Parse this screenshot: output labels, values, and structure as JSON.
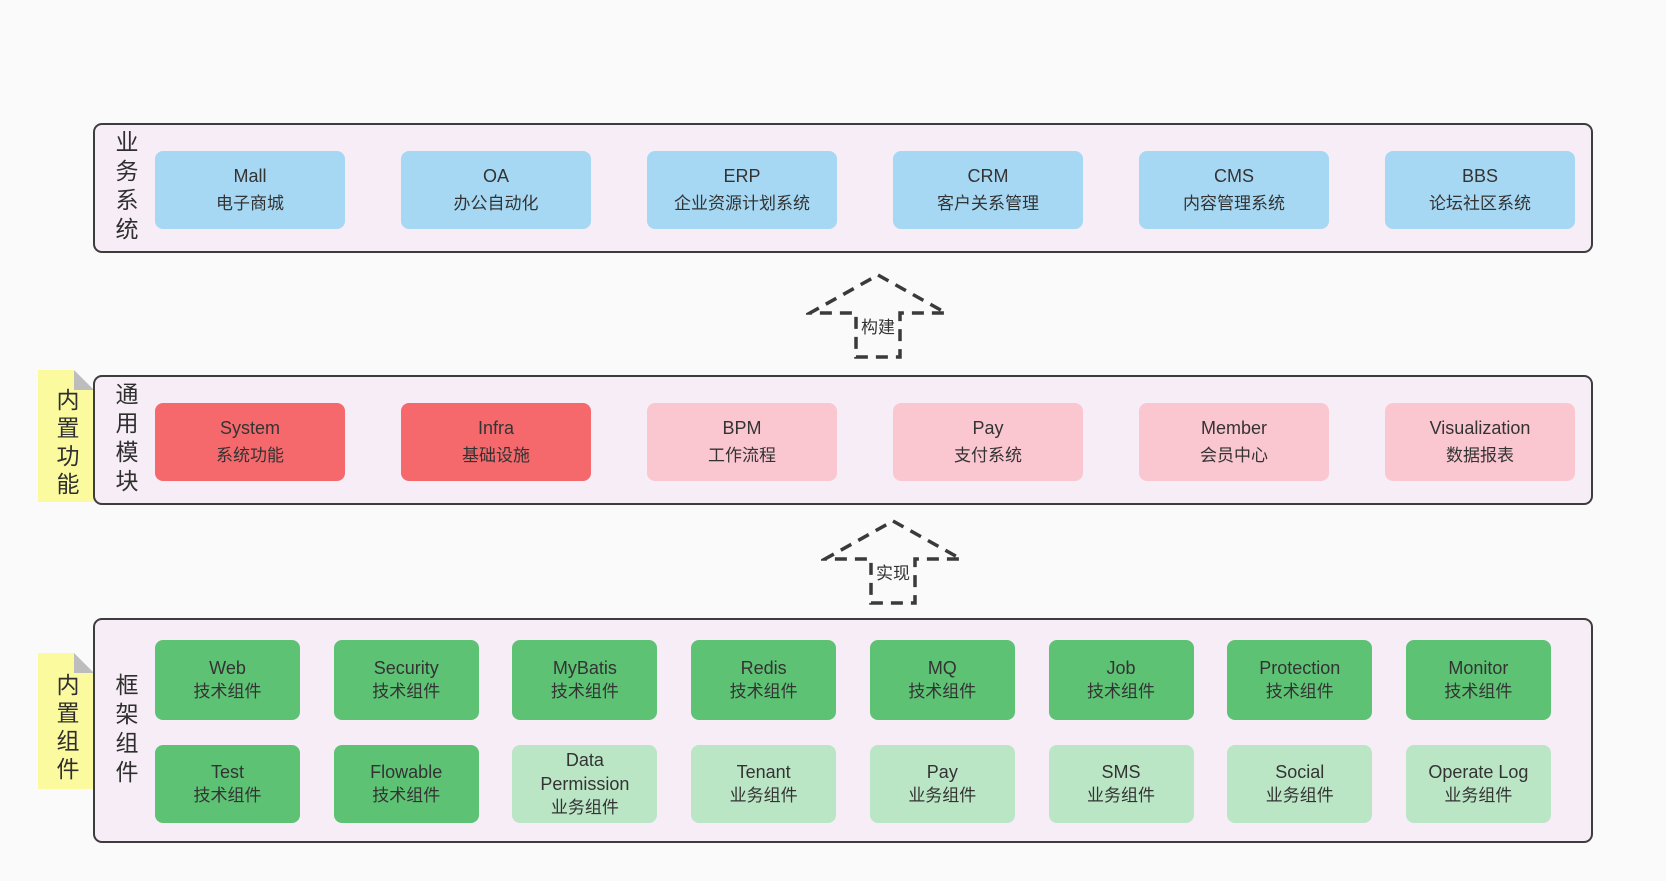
{
  "colors": {
    "page_bg": "#fafafa",
    "panel_bg": "#f7edf6",
    "panel_border": "#3d3d3d",
    "text": "#333333",
    "sticky_bg": "#fcfa9e",
    "sticky_fold": "#bdbdbd",
    "arrow": "#3a3a3a",
    "blue": "#a7d8f3",
    "red": "#f5696d",
    "pink": "#fac7d1",
    "green_dark": "#5ec274",
    "green_light": "#bbe6c6"
  },
  "sections": {
    "business": {
      "side_label": "业务系统",
      "boxes": [
        {
          "title": "Mall",
          "subtitle": "电子商城",
          "variant": "blue"
        },
        {
          "title": "OA",
          "subtitle": "办公自动化",
          "variant": "blue"
        },
        {
          "title": "ERP",
          "subtitle": "企业资源计划系统",
          "variant": "blue"
        },
        {
          "title": "CRM",
          "subtitle": "客户关系管理",
          "variant": "blue"
        },
        {
          "title": "CMS",
          "subtitle": "内容管理系统",
          "variant": "blue"
        },
        {
          "title": "BBS",
          "subtitle": "论坛社区系统",
          "variant": "blue"
        }
      ]
    },
    "modules": {
      "side_label": "通用模块",
      "sticky_label": "内置功能",
      "boxes": [
        {
          "title": "System",
          "subtitle": "系统功能",
          "variant": "red"
        },
        {
          "title": "Infra",
          "subtitle": "基础设施",
          "variant": "red"
        },
        {
          "title": "BPM",
          "subtitle": "工作流程",
          "variant": "pink"
        },
        {
          "title": "Pay",
          "subtitle": "支付系统",
          "variant": "pink"
        },
        {
          "title": "Member",
          "subtitle": "会员中心",
          "variant": "pink"
        },
        {
          "title": "Visualization",
          "subtitle": "数据报表",
          "variant": "pink"
        }
      ]
    },
    "components": {
      "side_label": "框架组件",
      "sticky_label": "内置组件",
      "row1": [
        {
          "title": "Web",
          "subtitle": "技术组件",
          "variant": "green_dark"
        },
        {
          "title": "Security",
          "subtitle": "技术组件",
          "variant": "green_dark"
        },
        {
          "title": "MyBatis",
          "subtitle": "技术组件",
          "variant": "green_dark"
        },
        {
          "title": "Redis",
          "subtitle": "技术组件",
          "variant": "green_dark"
        },
        {
          "title": "MQ",
          "subtitle": "技术组件",
          "variant": "green_dark"
        },
        {
          "title": "Job",
          "subtitle": "技术组件",
          "variant": "green_dark"
        },
        {
          "title": "Protection",
          "subtitle": "技术组件",
          "variant": "green_dark"
        },
        {
          "title": "Monitor",
          "subtitle": "技术组件",
          "variant": "green_dark"
        }
      ],
      "row2": [
        {
          "title": "Test",
          "subtitle": "技术组件",
          "variant": "green_dark"
        },
        {
          "title": "Flowable",
          "subtitle": "技术组件",
          "variant": "green_dark"
        },
        {
          "title": "Data Permission",
          "subtitle": "业务组件",
          "variant": "green_light"
        },
        {
          "title": "Tenant",
          "subtitle": "业务组件",
          "variant": "green_light"
        },
        {
          "title": "Pay",
          "subtitle": "业务组件",
          "variant": "green_light"
        },
        {
          "title": "SMS",
          "subtitle": "业务组件",
          "variant": "green_light"
        },
        {
          "title": "Social",
          "subtitle": "业务组件",
          "variant": "green_light"
        },
        {
          "title": "Operate Log",
          "subtitle": "业务组件",
          "variant": "green_light"
        }
      ]
    }
  },
  "arrows": [
    {
      "label": "构建"
    },
    {
      "label": "实现"
    }
  ]
}
